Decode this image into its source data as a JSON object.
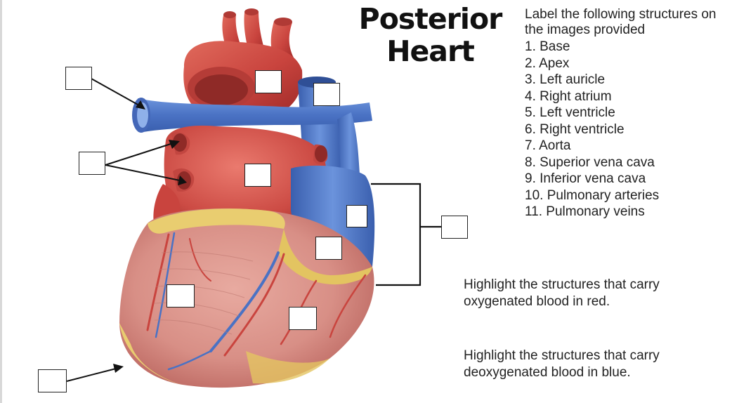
{
  "title": [
    "Posterior",
    "Heart"
  ],
  "instructions": {
    "heading": "Label the following structures on the images provided",
    "items": [
      "1. Base",
      "2. Apex",
      "3. Left auricle",
      "4. Right atrium",
      "5. Left ventricle",
      "6. Right ventricle",
      "7. Aorta",
      "8. Superior vena cava",
      "9. Inferior vena cava",
      "10. Pulmonary arteries",
      "11. Pulmonary veins"
    ]
  },
  "notes": {
    "oxygenated": "Highlight the structures that carry oxygenated blood in red.",
    "deoxygenated": "Highlight the structures that carry deoxygenated blood in blue."
  },
  "colors": {
    "aorta_red": "#c9443e",
    "vein_blue": "#4a72c4",
    "ventricle_muscle": "#d88f86",
    "fat_yellow": "#e9cd70",
    "line_black": "#111111"
  }
}
